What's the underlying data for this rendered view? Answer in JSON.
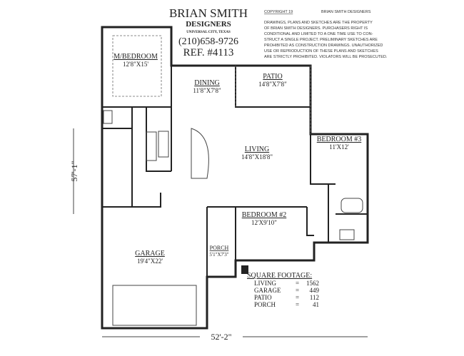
{
  "header": {
    "company": "BRIAN SMITH",
    "subtitle": "DESIGNERS",
    "location": "UNIVERSAL CITY, TEXAS",
    "phone": "(210)658-9726",
    "ref": "REF.  #4113"
  },
  "copyright": {
    "title": "COPYRIGHT 19",
    "owner": "BRIAN  SMITH DESIGNERS",
    "lines": [
      "DRAWINGS, PLANS AND SKETCHES ARE THE PROPERTY",
      "OF BRIAN SMITH DESIGNERS.  PURCHASERS RIGHT IS",
      "CONDITIONAL AND LIMITED TO A ONE TIME USE TO CON-",
      "STRUCT A SINGLE PROJECT.  PRELIMINARY SKETCHES ARE",
      "PROHIBITED AS CONSTRUCTION DRAWINGS.  UNAUTHORIZED",
      "USE OR REPRODUCTION OF THESE PLANS AND SKETCHES",
      "ARE STRICTLY PROHIBITED.  VIOLATORS WILL BE PROSECUTED."
    ]
  },
  "rooms": {
    "master": {
      "name": "M/BEDROOM",
      "size": "12'8\"X15'"
    },
    "dining": {
      "name": "DINING",
      "size": "11'8\"X7'8\""
    },
    "patio": {
      "name": "PATIO",
      "size": "14'8\"X7'8\""
    },
    "living": {
      "name": "LIVING",
      "size": "14'8\"X18'8\""
    },
    "bedroom3": {
      "name": "BEDROOM #3",
      "size": "11'X12'"
    },
    "bedroom2": {
      "name": "BEDROOM #2",
      "size": "12'X9'10\""
    },
    "porch": {
      "name": "PORCH",
      "size": "5'1\"X7'3\""
    },
    "garage": {
      "name": "GARAGE",
      "size": "19'4\"X22'"
    }
  },
  "dimensions": {
    "depth": "57'-1\"",
    "width": "52'-2\""
  },
  "square_footage": {
    "title": "SQUARE FOOTAGE:",
    "rows": [
      {
        "label": "LIVING",
        "eq": "=",
        "value": "1562"
      },
      {
        "label": "GARAGE",
        "eq": "=",
        "value": "449"
      },
      {
        "label": "PATIO",
        "eq": "=",
        "value": "112"
      },
      {
        "label": "PORCH",
        "eq": "=",
        "value": "41"
      }
    ]
  }
}
